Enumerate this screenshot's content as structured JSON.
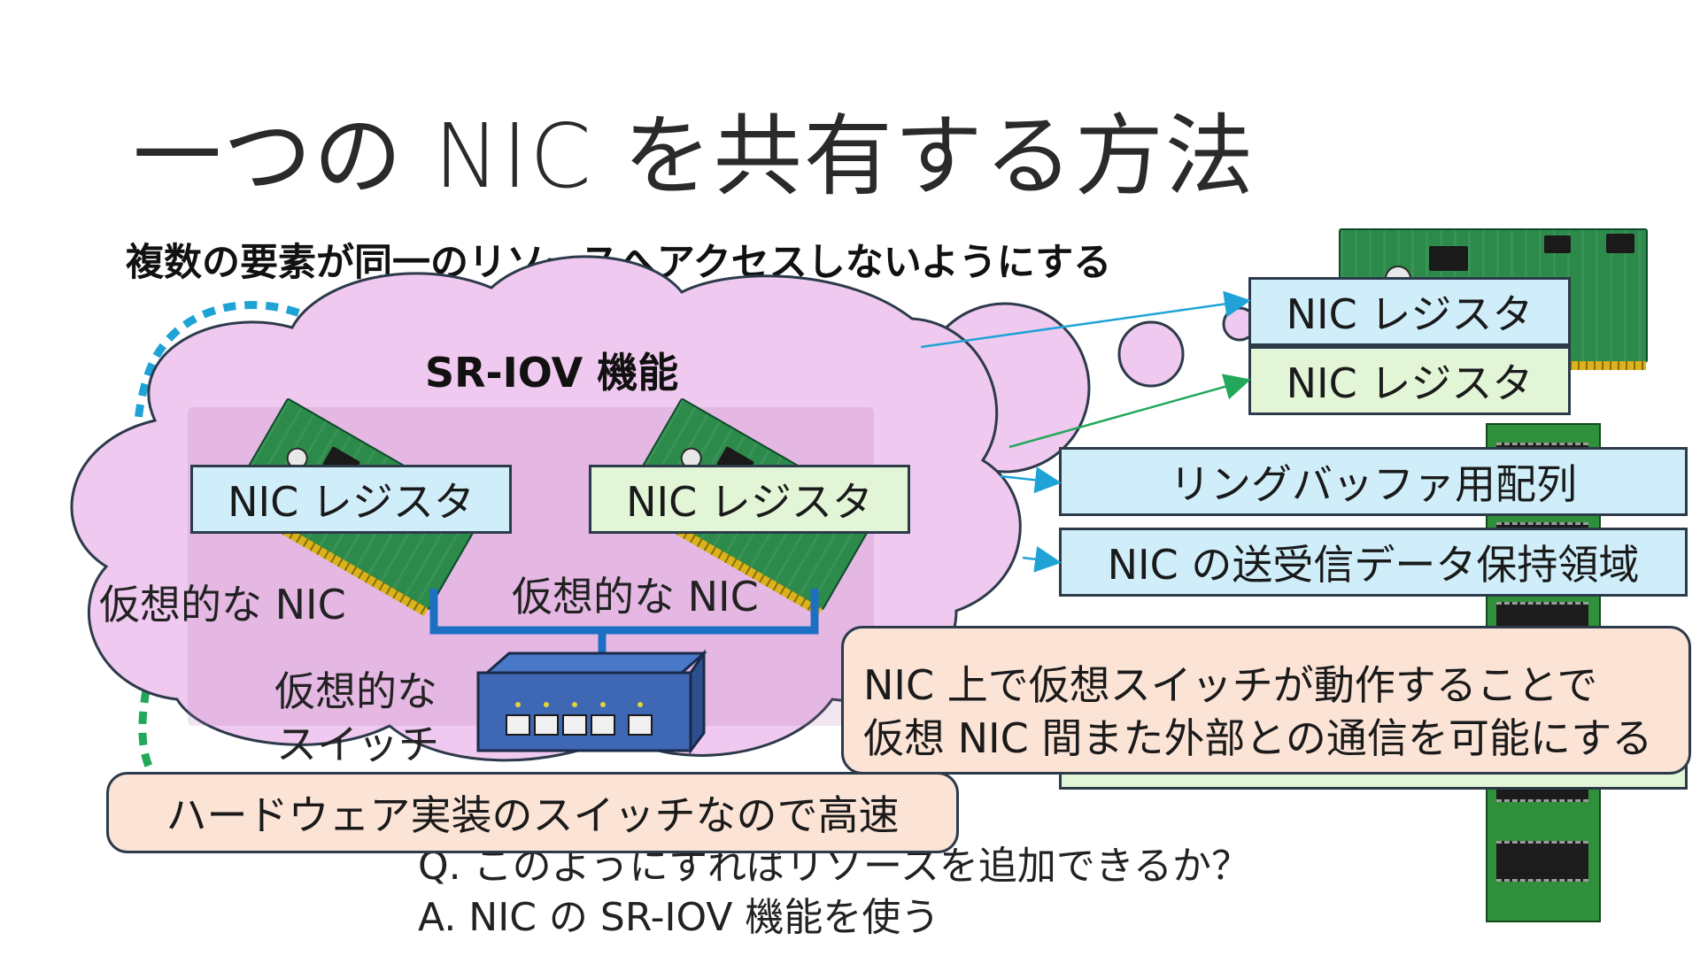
{
  "title": "一つの NIC を共有する方法",
  "subtitle": "複数の要素が同一のリソースへアクセスしないようにする",
  "cloud_label": "SR-IOV 機能",
  "vnic_register_label": "NIC レジスタ",
  "vnic_label": "仮想的な NIC",
  "vswitch_label_line1": "仮想的な",
  "vswitch_label_line2": "スイッチ",
  "right_register_top": "NIC レジスタ",
  "right_register_bottom": "NIC レジスタ",
  "ring_buffer": "リングバッファ用配列",
  "data_area": "NIC の送受信データ保持領域",
  "note_switch_line1": "NIC 上で仮想スイッチが動作することで",
  "note_switch_line2": "仮想 NIC 間また外部との通信を可能にする",
  "note_hardware": "ハードウェア実装のスイッチなので高速",
  "question": "Q. このようにすればリソースを追加できるか？",
  "answer": "A. NIC の SR-IOV 機能を使う",
  "colors": {
    "cloud_fill": "#efc9ef",
    "register_blue": "#cfeefa",
    "register_green": "#e2f5d6",
    "note_fill": "#fbe3d6",
    "blue_arrow": "#1fa3d6",
    "green_arrow": "#22a85a",
    "cable": "#1d6fc4"
  },
  "icons": [
    "nic-card-icon",
    "network-switch-icon",
    "memory-module-icon"
  ]
}
